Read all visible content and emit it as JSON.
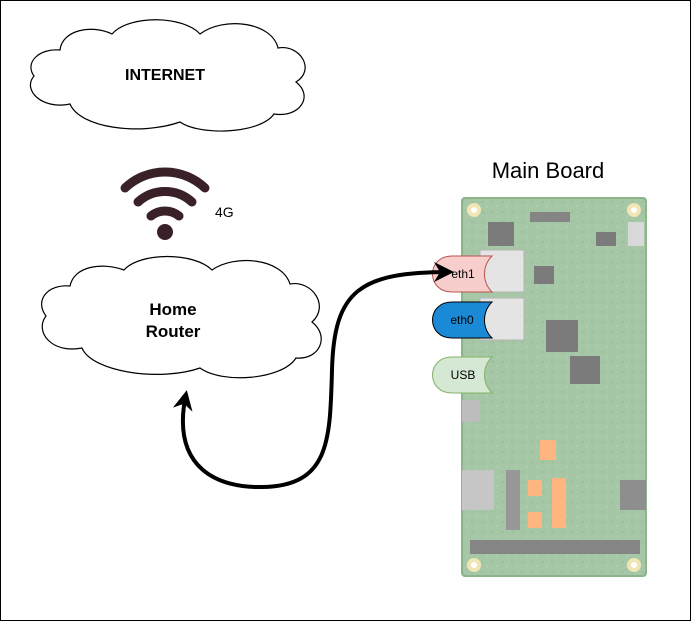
{
  "internet": {
    "label": "INTERNET"
  },
  "wireless": {
    "label": "4G"
  },
  "router": {
    "line1": "Home",
    "line2": "Router"
  },
  "board": {
    "title": "Main Board",
    "ports": [
      {
        "label": "eth1",
        "color": "#f8cecc"
      },
      {
        "label": "eth0",
        "color": "#1b8ad6"
      },
      {
        "label": "USB",
        "color": "#d5e8d4"
      }
    ]
  },
  "colors": {
    "wifi": "#3a2128",
    "pcb": "#2f7a2f",
    "connector": "#000000"
  }
}
